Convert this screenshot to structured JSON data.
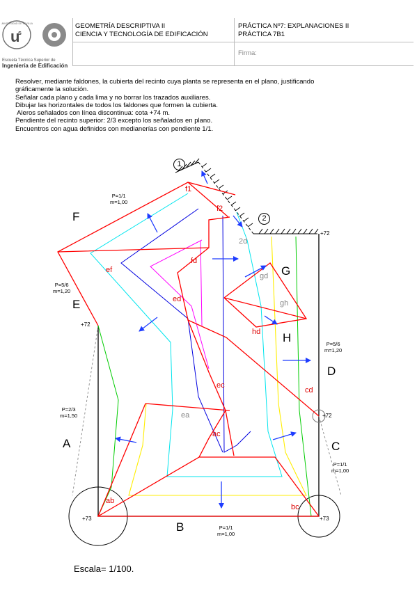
{
  "header": {
    "logo_text": "UNIVERSIDAD DE SEVILLA",
    "school_line1": "Escuela Técnica Superior de",
    "school_line2": "Ingeniería de Edificación",
    "course_line1": "GEOMETRÍA DESCRIPTIVA II",
    "course_line2": "CIENCIA Y TECNOLOGÍA DE EDIFICACIÓN",
    "practice_line1": "PRÁCTICA Nº7: EXPLANACIONES II",
    "practice_line2": "PRÁCTICA 7B1",
    "signature_label": "Firma:"
  },
  "instructions": [
    "Resolver, mediante faldones, la cubierta del recinto cuya planta se representa en el plano, justificando",
    "gráficamente la solución.",
    "Señalar cada plano y cada lima y no borrar los trazados auxiliares.",
    "Dibujar las horizontales de todos los faldones que formen la cubierta.",
    " Aleros señalados con línea discontinua: cota +74 m.",
    "Pendiente del recinto superior: 2/3 excepto los señalados en plano.",
    "Encuentros con agua definidos con medianerías con pendiente 1/1."
  ],
  "drawing": {
    "plane_letters": [
      "F",
      "E",
      "A",
      "B",
      "C",
      "D",
      "G",
      "H"
    ],
    "circled_labels": [
      "1",
      "2"
    ],
    "intersection_labels": [
      "f1",
      "f2",
      "2d",
      "fd",
      "ef",
      "ed",
      "gd",
      "gh",
      "hd",
      "ec",
      "cd",
      "ea",
      "ac",
      "ab",
      "bc"
    ],
    "elevations": [
      "+72",
      "+72",
      "+72",
      "+73",
      "+73"
    ],
    "slopes": {
      "F": [
        "P=1/1",
        "m=1,00"
      ],
      "E": [
        "P=5/6",
        "m=1,20"
      ],
      "A": [
        "P=2/3",
        "m=1,50"
      ],
      "D": [
        "P=5/6",
        "m=1,20"
      ],
      "C": [
        "P=1/1",
        "m=1,00"
      ],
      "B": [
        "P=1/1",
        "m=1,00"
      ]
    },
    "colors": {
      "outline": "#000000",
      "ridge_red": "#ff0000",
      "contour_cyan": "#00e5ee",
      "contour_blue": "#0000e0",
      "contour_magenta": "#ff00ff",
      "contour_green": "#00cc00",
      "contour_yellow": "#ffff00",
      "arrow_blue": "#1e3cff",
      "label_red": "#dd0000",
      "label_gray": "#888888"
    }
  },
  "scale_text": "Escala= 1/100."
}
